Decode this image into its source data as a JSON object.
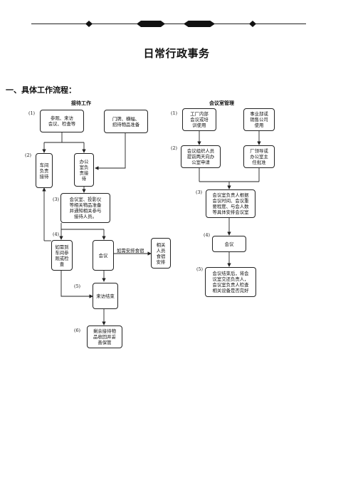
{
  "document": {
    "title": "日常行政事务",
    "section_heading": "一、具体工作流程："
  },
  "reception": {
    "heading": "接待工作",
    "steps": {
      "s1": "(1)",
      "s2": "(2)",
      "s3": "(3)",
      "s4": "(4)",
      "s5": "(5)",
      "s6": "(6)"
    },
    "boxes": {
      "visit": "参观、来访\n会议、检查等",
      "signage": "门牌、横幅、\n招待物品准备",
      "workshop_reception": "车间\n负责\n接待",
      "office_reception": "办公\n室负\n责接\n待",
      "meeting_room_prep": "会议室、投影仪\n等相关物品准备\n并通知相关参与\n接待人员。",
      "workshop_tour": "如需到\n车间参\n观或检\n查",
      "meeting": "会议",
      "dining_staff": "相关\n人员\n食宿\n安排",
      "visit_end": "来访结束",
      "collect_items": "剩余接待物\n品收回并妥\n善保管"
    },
    "dining_note": "如需安排食宿"
  },
  "meeting_room": {
    "heading": "会议室管理",
    "steps": {
      "s1": "(1)",
      "s2": "(2)",
      "s3": "(3)",
      "s4": "(4)",
      "s5": "(5)"
    },
    "boxes": {
      "internal_use": "工厂内部\n会议或培\n训使用",
      "business_use": "事业部或\n销售公司\n使用",
      "organizer_request": "会议组织人员\n提前两天向办\n公室申请",
      "approval": "厂领导或\n办公室主\n任批准",
      "schedule": "会议室负责人根据\n会议时间、会议重\n要程度、与会人数\n等具体安排会议室",
      "meeting": "会议",
      "check_equipment": "会议结束后，将会\n议室交还负责人，\n会议室负责人检查\n相关设备是否完好"
    }
  }
}
